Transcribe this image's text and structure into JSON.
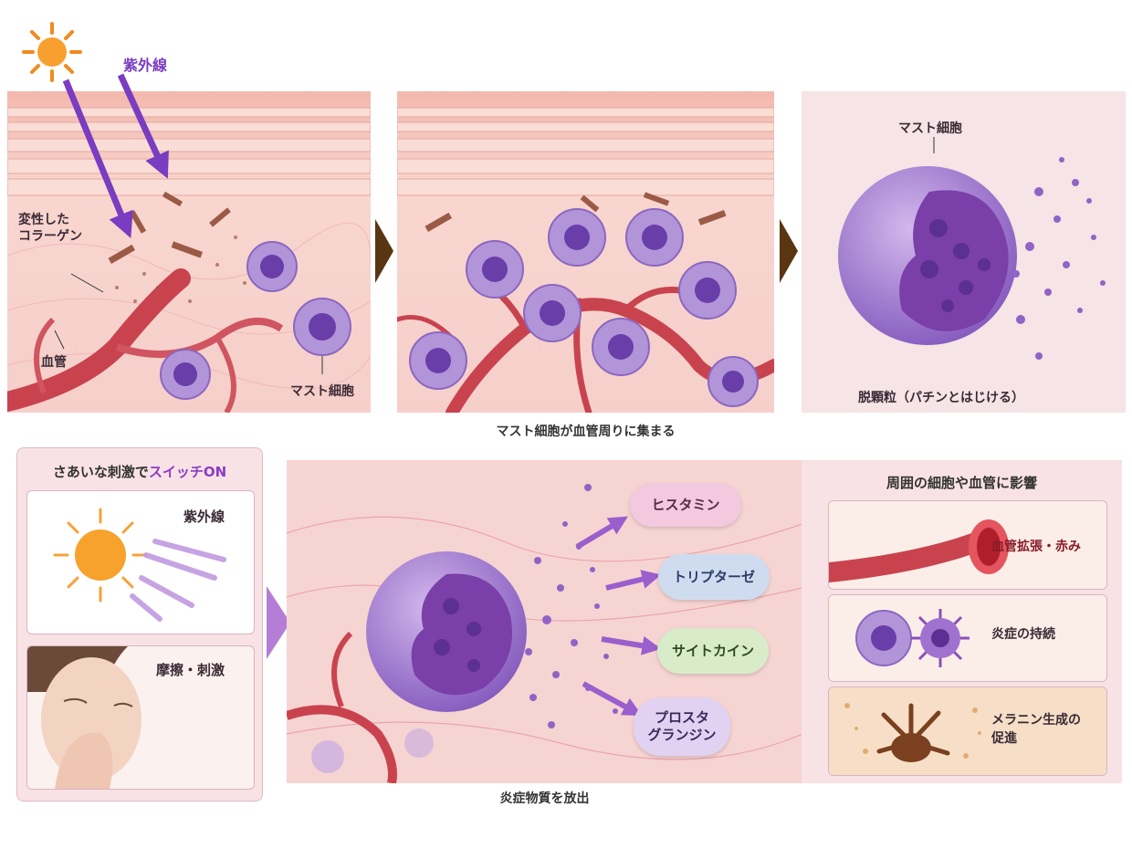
{
  "top": {
    "uv_label": "紫外線",
    "denatured_collagen": "変性した\nコラーゲン",
    "blood_vessel": "血管",
    "mast_cell_label_1": "マスト細胞",
    "mast_cell_label_3": "マスト細胞",
    "degranulation": "脱顆粒（パチンとはじける）",
    "caption": "マスト細胞が血管周りに集まる"
  },
  "bottom_left": {
    "title_prefix": "さあいな刺激で",
    "title_switch": "スイッチON",
    "uv": "紫外線",
    "friction": "摩擦・刺激"
  },
  "bottom_middle": {
    "mediators": [
      "ヒスタミン",
      "トリプターゼ",
      "サイトカイン",
      "プロスタ\nグランジン"
    ],
    "caption": "炎症物質を放出"
  },
  "bottom_right": {
    "title": "周囲の細胞や血管に影響",
    "effects": [
      "血管拡張・赤み",
      "炎症の持続",
      "メラニン生成の\n促進"
    ]
  },
  "colors": {
    "skin": "#f6c9c3",
    "vessel": "#c9434f",
    "mast_cell": "#9a6cc7",
    "arrow_dark": "#5a3512",
    "uv_arrow": "#7a3cc0",
    "switch_on": "#8a3cc7"
  }
}
